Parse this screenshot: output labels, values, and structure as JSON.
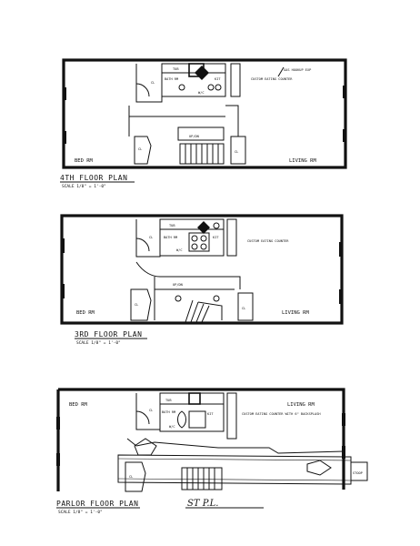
{
  "plans": [
    {
      "caption": "4TH FLOOR PLAN",
      "scale": "SCALE 1/8\" = 1'-0\"",
      "labels": {
        "left_room": "BED RM",
        "right_room": "LIVING RM",
        "cl": "CL",
        "bath": "BATH RM",
        "tub": "TUB",
        "wc": "W/C",
        "kit": "KIT",
        "counter": "CUSTOM EATING COUNTER",
        "note": "GAS HOOKUP EXP"
      }
    },
    {
      "caption": "3RD FLOOR PLAN",
      "scale": "SCALE 1/8\" = 1'-0\"",
      "labels": {
        "left_room": "BED RM",
        "right_room": "LIVING RM",
        "cl": "CL",
        "bath": "BATH RM",
        "tub": "TUB",
        "wc": "W/C",
        "kit": "KIT",
        "counter": "CUSTOM EATING COUNTER"
      }
    },
    {
      "caption": "PARLOR FLOOR PLAN",
      "scale": "SCALE 1/8\" = 1'-0\"",
      "labels": {
        "left_room": "BED RM",
        "right_room": "LIVING RM",
        "cl": "CL",
        "bath": "BATH RM",
        "tub": "TUB",
        "wc": "W/C",
        "kit": "KIT",
        "counter": "CUSTOM EATING COUNTER WITH 6\" BACKSPLASH",
        "stoop": "STOOP"
      }
    }
  ],
  "signature": "ST P.L.",
  "colors": {
    "ink": "#111111",
    "paper": "#ffffff"
  }
}
